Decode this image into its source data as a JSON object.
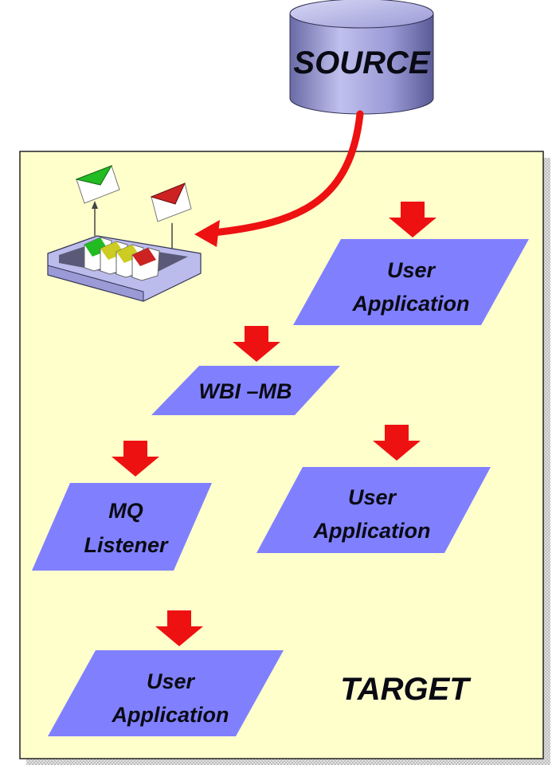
{
  "source": {
    "label": "SOURCE"
  },
  "target": {
    "label": "TARGET"
  },
  "nodes": [
    {
      "id": "user-app-1",
      "lines": [
        "User",
        "Application"
      ]
    },
    {
      "id": "wbi-mb",
      "lines": [
        "WBI –MB"
      ]
    },
    {
      "id": "mq-listener",
      "lines": [
        "MQ",
        "Listener"
      ]
    },
    {
      "id": "user-app-2",
      "lines": [
        "User",
        "Application"
      ]
    },
    {
      "id": "user-app-3",
      "lines": [
        "User",
        "Application"
      ]
    }
  ],
  "colors": {
    "panel_fill": "#ffffcc",
    "panel_border": "#222222",
    "parallelogram_fill": "#8080ff",
    "arrow_red": "#ee1111",
    "cylinder_body": "#9a9ad6",
    "envelope_green": "#22bb22",
    "envelope_red": "#cc2222",
    "envelope_yellow": "#cccc22"
  }
}
